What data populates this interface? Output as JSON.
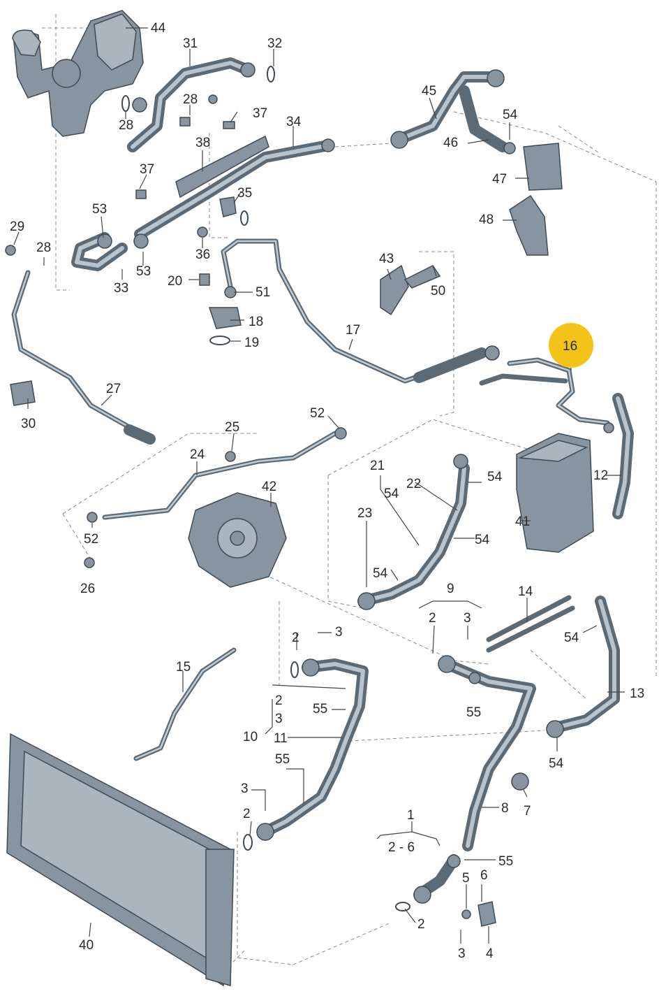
{
  "diagram": {
    "highlight_color": "#f2c419",
    "highlighted_label": "16",
    "labels": {
      "l44": "44",
      "l31": "31",
      "l32": "32",
      "l28a": "28",
      "l28b": "28",
      "l28c": "28",
      "l37a": "37",
      "l37b": "37",
      "l34": "34",
      "l38": "38",
      "l35": "35",
      "l53a": "53",
      "l53b": "53",
      "l33": "33",
      "l36": "36",
      "l29": "29",
      "l20": "20",
      "l51": "51",
      "l18": "18",
      "l19": "19",
      "l45": "45",
      "l54a": "54",
      "l46": "46",
      "l47": "47",
      "l48": "48",
      "l43": "43",
      "l50": "50",
      "l17": "17",
      "l16": "16",
      "l27": "27",
      "l30": "30",
      "l25": "25",
      "l52a": "52",
      "l24": "24",
      "l52b": "52",
      "l26": "26",
      "l21": "21",
      "l22": "22",
      "l54b": "54",
      "l54c": "54",
      "l23": "23",
      "l54d": "54",
      "l54e": "54",
      "l12": "12",
      "l41": "41",
      "l42": "42",
      "l9": "9",
      "l2a": "2",
      "l3a": "3",
      "l14": "14",
      "l54f": "54",
      "l15": "15",
      "l2b": "2",
      "l3b": "3",
      "l55a": "55",
      "l55b": "55",
      "l10": "10",
      "l2c": "2",
      "l3c": "3",
      "l11": "11",
      "l55c": "55",
      "l13": "13",
      "l54g": "54",
      "l8": "8",
      "l7": "7",
      "l3d": "3",
      "l2d": "2",
      "l40": "40",
      "l1": "1",
      "l26b": "2 - 6",
      "l55d": "55",
      "l5": "5",
      "l6": "6",
      "l2e": "2",
      "l3e": "3",
      "l4": "4"
    }
  }
}
